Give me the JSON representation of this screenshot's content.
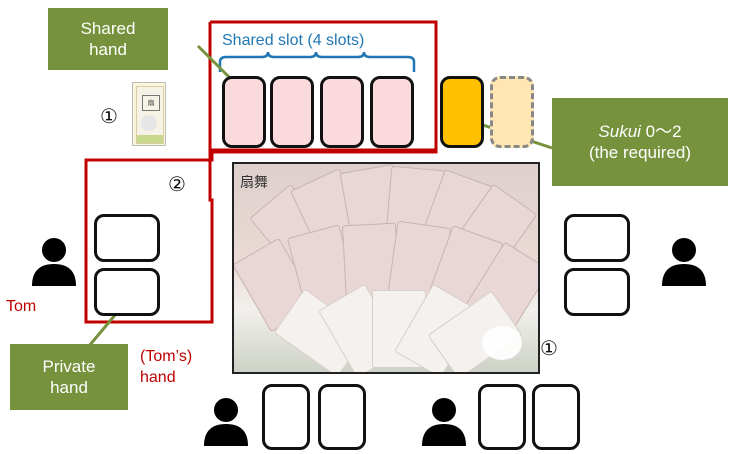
{
  "labels": {
    "shared_hand": [
      "Shared",
      "hand"
    ],
    "shared_slot": "Shared slot (4 slots)",
    "sukui_italic": "Sukui",
    "sukui_range": "0～2",
    "sukui_note": "(the required)",
    "private_hand": [
      "Private",
      "hand"
    ],
    "toms_hand": [
      "(Tom’s)",
      "hand"
    ],
    "tom": "Tom",
    "marker_1": "①",
    "marker_2": "②",
    "marker_1b": "①"
  },
  "board_title": "扇舞",
  "colors": {
    "callout_green": "#76923c",
    "red_outline": "#c00000",
    "shared_blue": "#1f77b4",
    "slot_pink": "#fadadd",
    "sukui_orange": "#ffc000",
    "sukui_light": "#ffe6b3"
  }
}
